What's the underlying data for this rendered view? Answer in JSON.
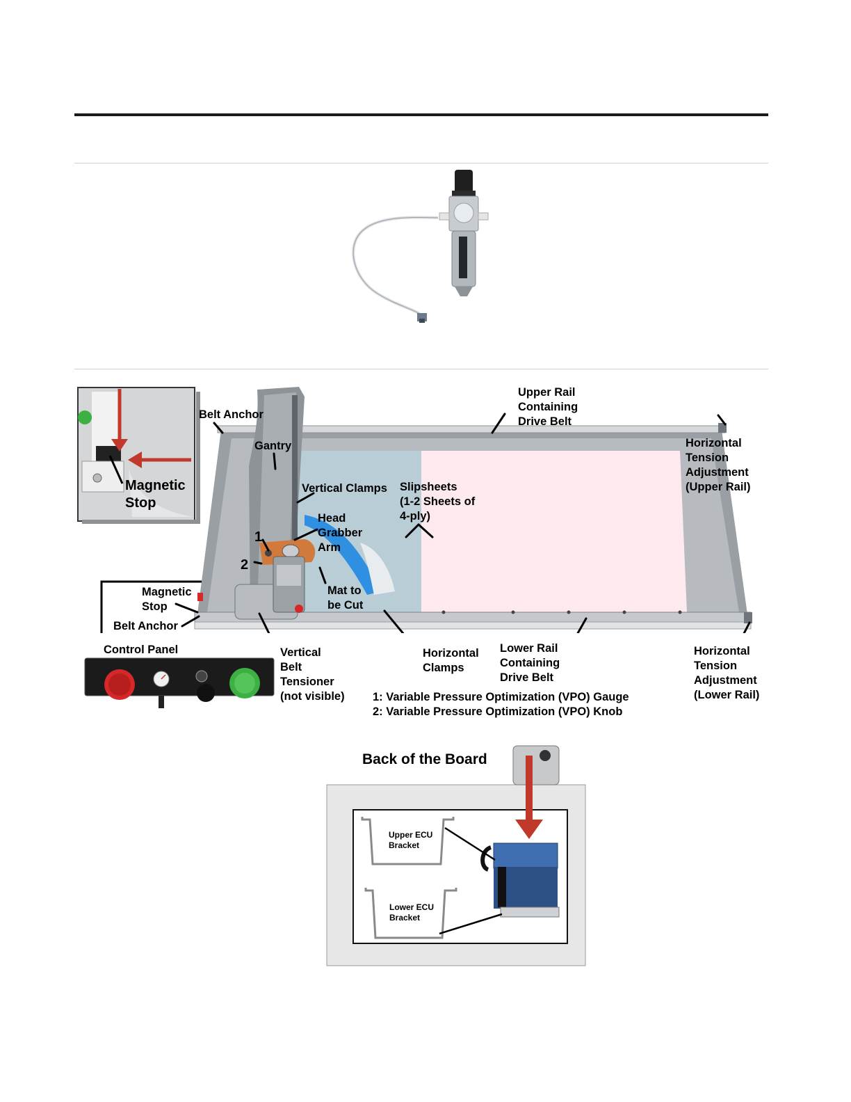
{
  "labels": {
    "upper_rail": "Upper Rail\nContaining\nDrive Belt",
    "belt_anchor_top": "Belt Anchor",
    "gantry": "Gantry",
    "horizontal_tension_upper": "Horizontal\nTension\nAdjustment\n(Upper Rail)",
    "magnetic_stop_inset": "Magnetic\nStop",
    "vertical_clamps": "Vertical Clamps",
    "slipsheets": "Slipsheets\n(1-2 Sheets of\n4-ply)",
    "head_grabber_arm": "Head\nGrabber\nArm",
    "num_1": "1",
    "num_2": "2",
    "mat_to_be_cut": "Mat to\nbe Cut",
    "magnetic_stop_side": "Magnetic\nStop",
    "belt_anchor_bottom": "Belt Anchor",
    "control_panel": "Control Panel",
    "vertical_belt_tensioner": "Vertical\nBelt\nTensioner\n(not visible)",
    "horizontal_clamps": "Horizontal\nClamps",
    "lower_rail": "Lower Rail\nContaining\nDrive Belt",
    "horizontal_tension_lower": "Horizontal\nTension\nAdjustment\n(Lower Rail)",
    "vpo_legend_1": "1: Variable Pressure Optimization (VPO) Gauge",
    "vpo_legend_2": "2: Variable Pressure Optimization (VPO) Knob",
    "back_of_board": "Back of the Board",
    "upper_ecu_bracket": "Upper ECU\nBracket",
    "lower_ecu_bracket": "Lower ECU\nBracket"
  },
  "colors": {
    "accent_arrow": "#c0392b",
    "mat_pink": "#fde9ee",
    "slipsheet_blue": "#b9cdd6",
    "ecu_blue": "#3f6fb0",
    "estop_red": "#d62828",
    "go_green": "#3cb043"
  }
}
